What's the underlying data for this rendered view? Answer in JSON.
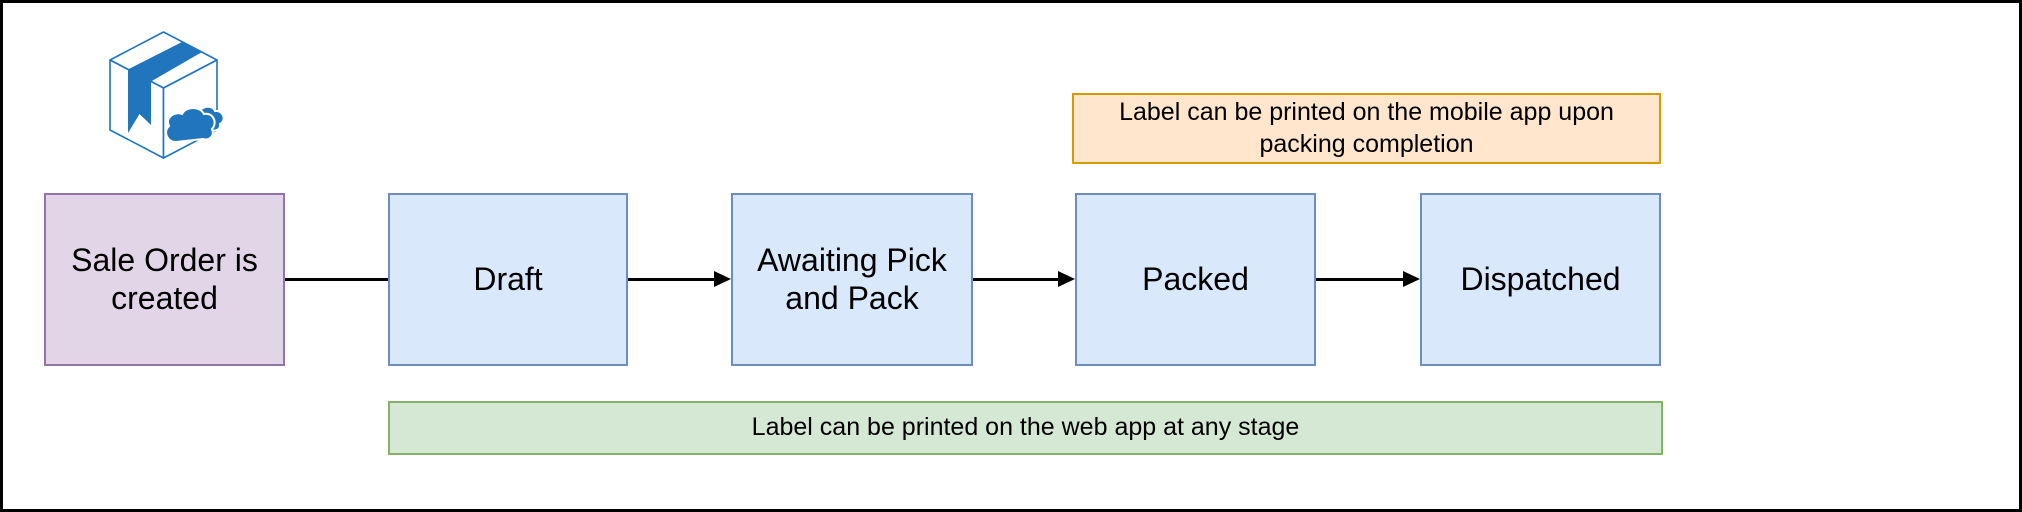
{
  "diagram": {
    "logo": {
      "name": "package-cloud-logo",
      "color": "#2075bc"
    },
    "start": {
      "label": "Sale Order is created"
    },
    "stages": [
      {
        "label": "Draft"
      },
      {
        "label": "Awaiting Pick and Pack"
      },
      {
        "label": "Packed"
      },
      {
        "label": "Dispatched"
      }
    ],
    "notes": {
      "mobile": "Label can be printed on the mobile app upon packing completion",
      "web": "Label can be printed on the web app at any stage"
    },
    "colors": {
      "start_fill": "#e1d5e7",
      "start_border": "#9673a6",
      "stage_fill": "#dae8fc",
      "stage_border": "#6c8ebf",
      "mobile_note_fill": "#ffe6cc",
      "mobile_note_border": "#d79b00",
      "web_note_fill": "#d5e8d4",
      "web_note_border": "#82b366",
      "connector": "#000000",
      "canvas_border": "#000000"
    }
  }
}
